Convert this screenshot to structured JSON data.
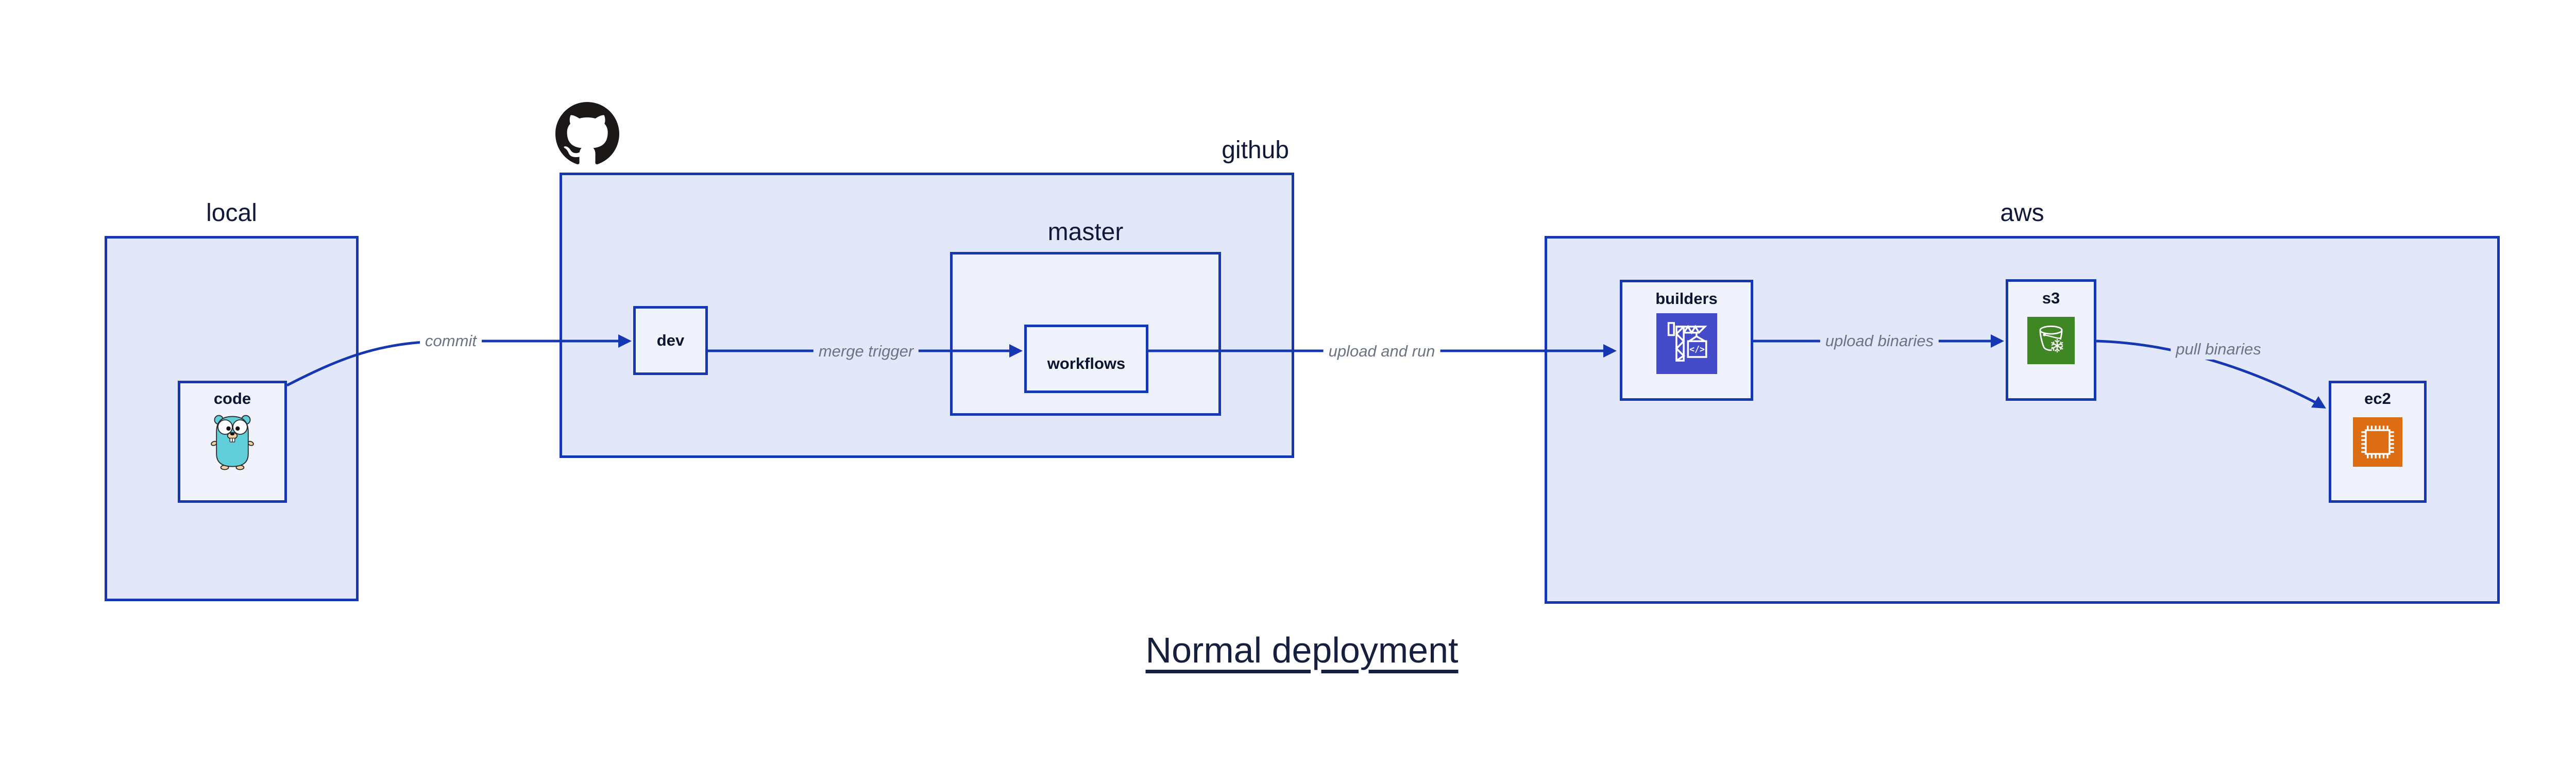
{
  "title": "Normal deployment",
  "groups": {
    "local": {
      "label": "local"
    },
    "github": {
      "label": "github"
    },
    "master": {
      "label": "master"
    },
    "aws": {
      "label": "aws"
    }
  },
  "nodes": {
    "code": {
      "label": "code",
      "icon": "go-gopher-icon"
    },
    "dev": {
      "label": "dev"
    },
    "workflows": {
      "label": "workflows"
    },
    "builders": {
      "label": "builders",
      "icon": "aws-codebuild-icon",
      "icon_glyph": "</>"
    },
    "s3": {
      "label": "s3",
      "icon": "aws-s3-glacier-icon"
    },
    "ec2": {
      "label": "ec2",
      "icon": "aws-ec2-icon"
    }
  },
  "edges": {
    "commit": {
      "label": "commit",
      "from": "code",
      "to": "dev"
    },
    "merge_trigger": {
      "label": "merge trigger",
      "from": "dev",
      "to": "workflows"
    },
    "upload_and_run": {
      "label": "upload and run",
      "from": "workflows",
      "to": "builders"
    },
    "upload_binaries": {
      "label": "upload binaries",
      "from": "builders",
      "to": "s3"
    },
    "pull_binaries": {
      "label": "pull binaries",
      "from": "s3",
      "to": "ec2"
    }
  },
  "colors": {
    "box_border": "#1538B2",
    "edge_line": "#1538B2",
    "outer_box_fill": "#E2E7F9",
    "master_box_fill": "#EDF0FB",
    "inner_box_fill": "#F0F3FC",
    "edge_label_text": "#6C7484",
    "dark_text": "#10193A",
    "github_logo": "#1B1817",
    "codebuild_icon_bg": "#444BC8",
    "s3_glacier_icon_bg": "#3F8624",
    "ec2_icon_bg": "#DD6D13",
    "gopher_body": "#60CFDA",
    "gopher_tan": "#F6D0A2"
  }
}
